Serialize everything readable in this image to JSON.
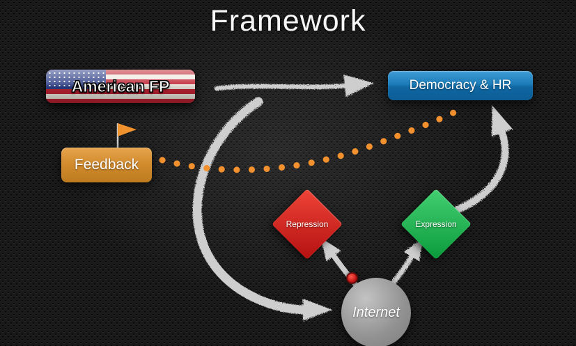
{
  "title": "Framework",
  "nodes": {
    "american_fp": {
      "label": "American FP",
      "shape": "rounded-flag-box"
    },
    "democracy_hr": {
      "label": "Democracy & HR",
      "shape": "rounded-box",
      "color": "#1a7cba"
    },
    "feedback": {
      "label": "Feedback",
      "shape": "rounded-box",
      "color": "#cf8a2e"
    },
    "repression": {
      "label": "Repression",
      "shape": "diamond",
      "color": "#cc1d1d"
    },
    "expression": {
      "label": "Expression",
      "shape": "diamond",
      "color": "#14ad4a"
    },
    "internet": {
      "label": "Internet",
      "shape": "circle",
      "color": "#979797"
    }
  },
  "connectors": [
    {
      "id": "fp-to-democracy",
      "from": "American FP",
      "to": "Democracy & HR",
      "style": "solid-arrow"
    },
    {
      "id": "feedback-to-democracy",
      "from": "Feedback",
      "to": "Democracy & HR",
      "style": "dotted-line"
    },
    {
      "id": "fp-to-internet",
      "from": "American FP",
      "to": "Internet",
      "style": "curved-arrow"
    },
    {
      "id": "internet-to-repression",
      "from": "Internet",
      "to": "Repression",
      "style": "solid-arrow"
    },
    {
      "id": "internet-to-expression",
      "from": "Internet",
      "to": "Expression",
      "style": "solid-arrow"
    },
    {
      "id": "expression-to-democracy",
      "from": "Expression",
      "to": "Democracy & HR",
      "style": "curved-arrow"
    }
  ],
  "icons": {
    "us_flag": "us-flag-icon",
    "feedback_flag": "flag-icon",
    "pointer_dot": "red-dot-icon"
  },
  "colors": {
    "background": "#1a1a1a",
    "arrow": "#d8d8d8",
    "dotted_line": "#f2912d",
    "democracy_blue": "#1a7cba",
    "feedback_orange": "#cf8a2e",
    "repression_red": "#cc1d1d",
    "expression_green": "#14ad4a",
    "internet_gray": "#979797"
  }
}
